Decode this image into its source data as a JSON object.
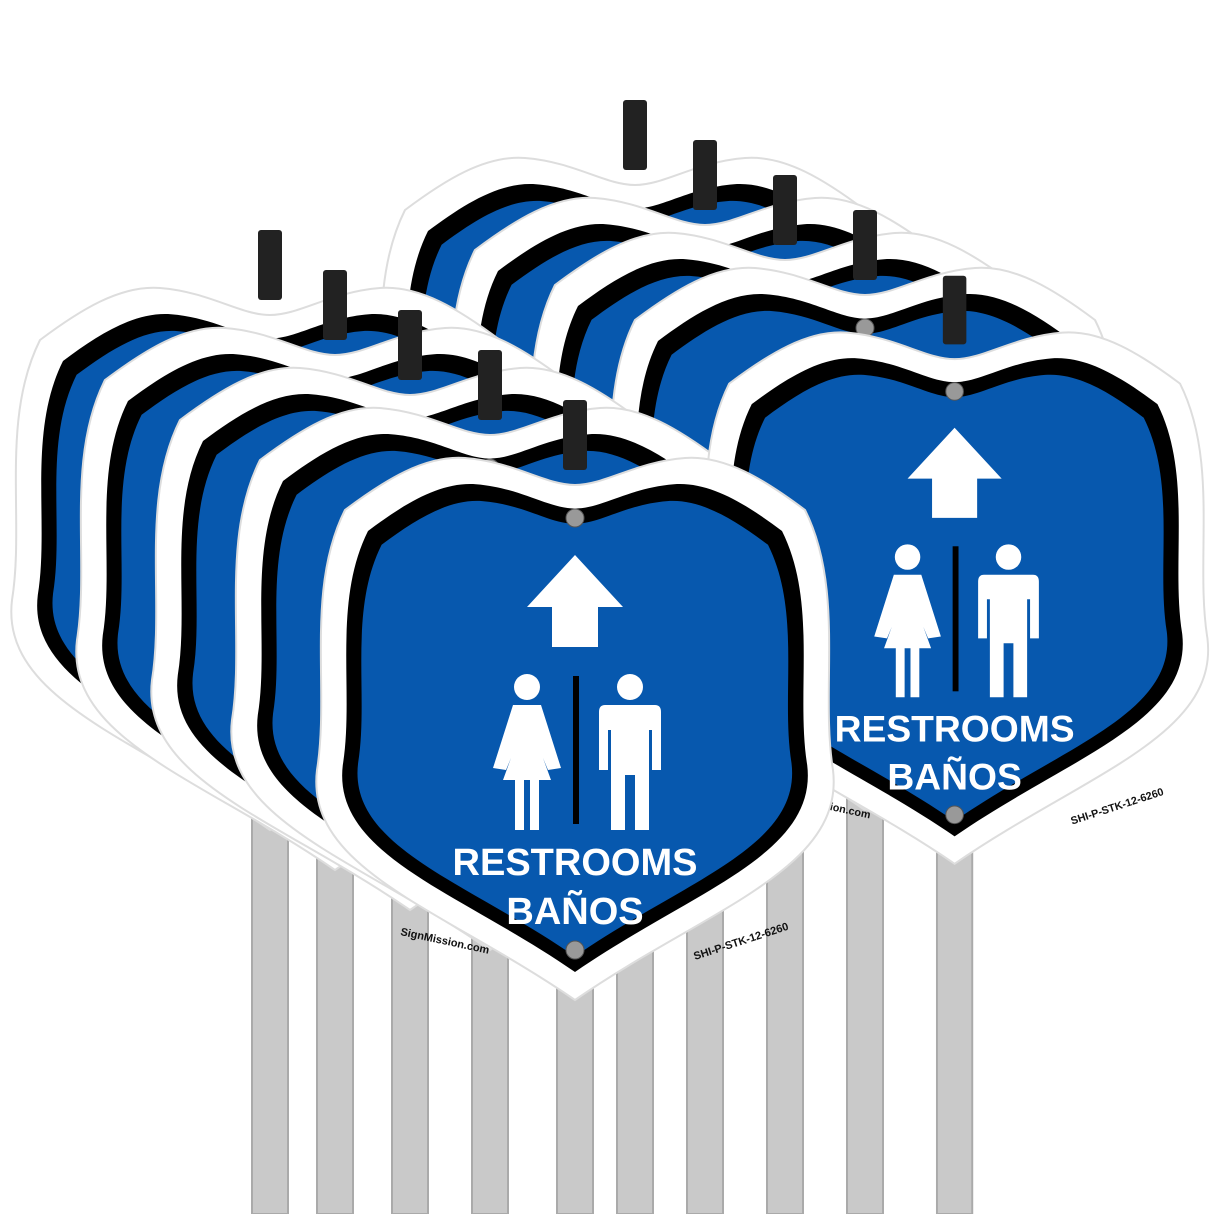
{
  "sign": {
    "line1": "RESTROOMS",
    "line2": "BAÑOS",
    "brand": "SignMission.com",
    "sku": "SHI-P-STK-12-6260",
    "icons": [
      "arrow-up-icon",
      "woman-icon",
      "man-icon"
    ]
  },
  "colors": {
    "blue": "#0758ae",
    "border": "#000000",
    "edge": "#ffffff",
    "pole": "#c9c9c9"
  }
}
